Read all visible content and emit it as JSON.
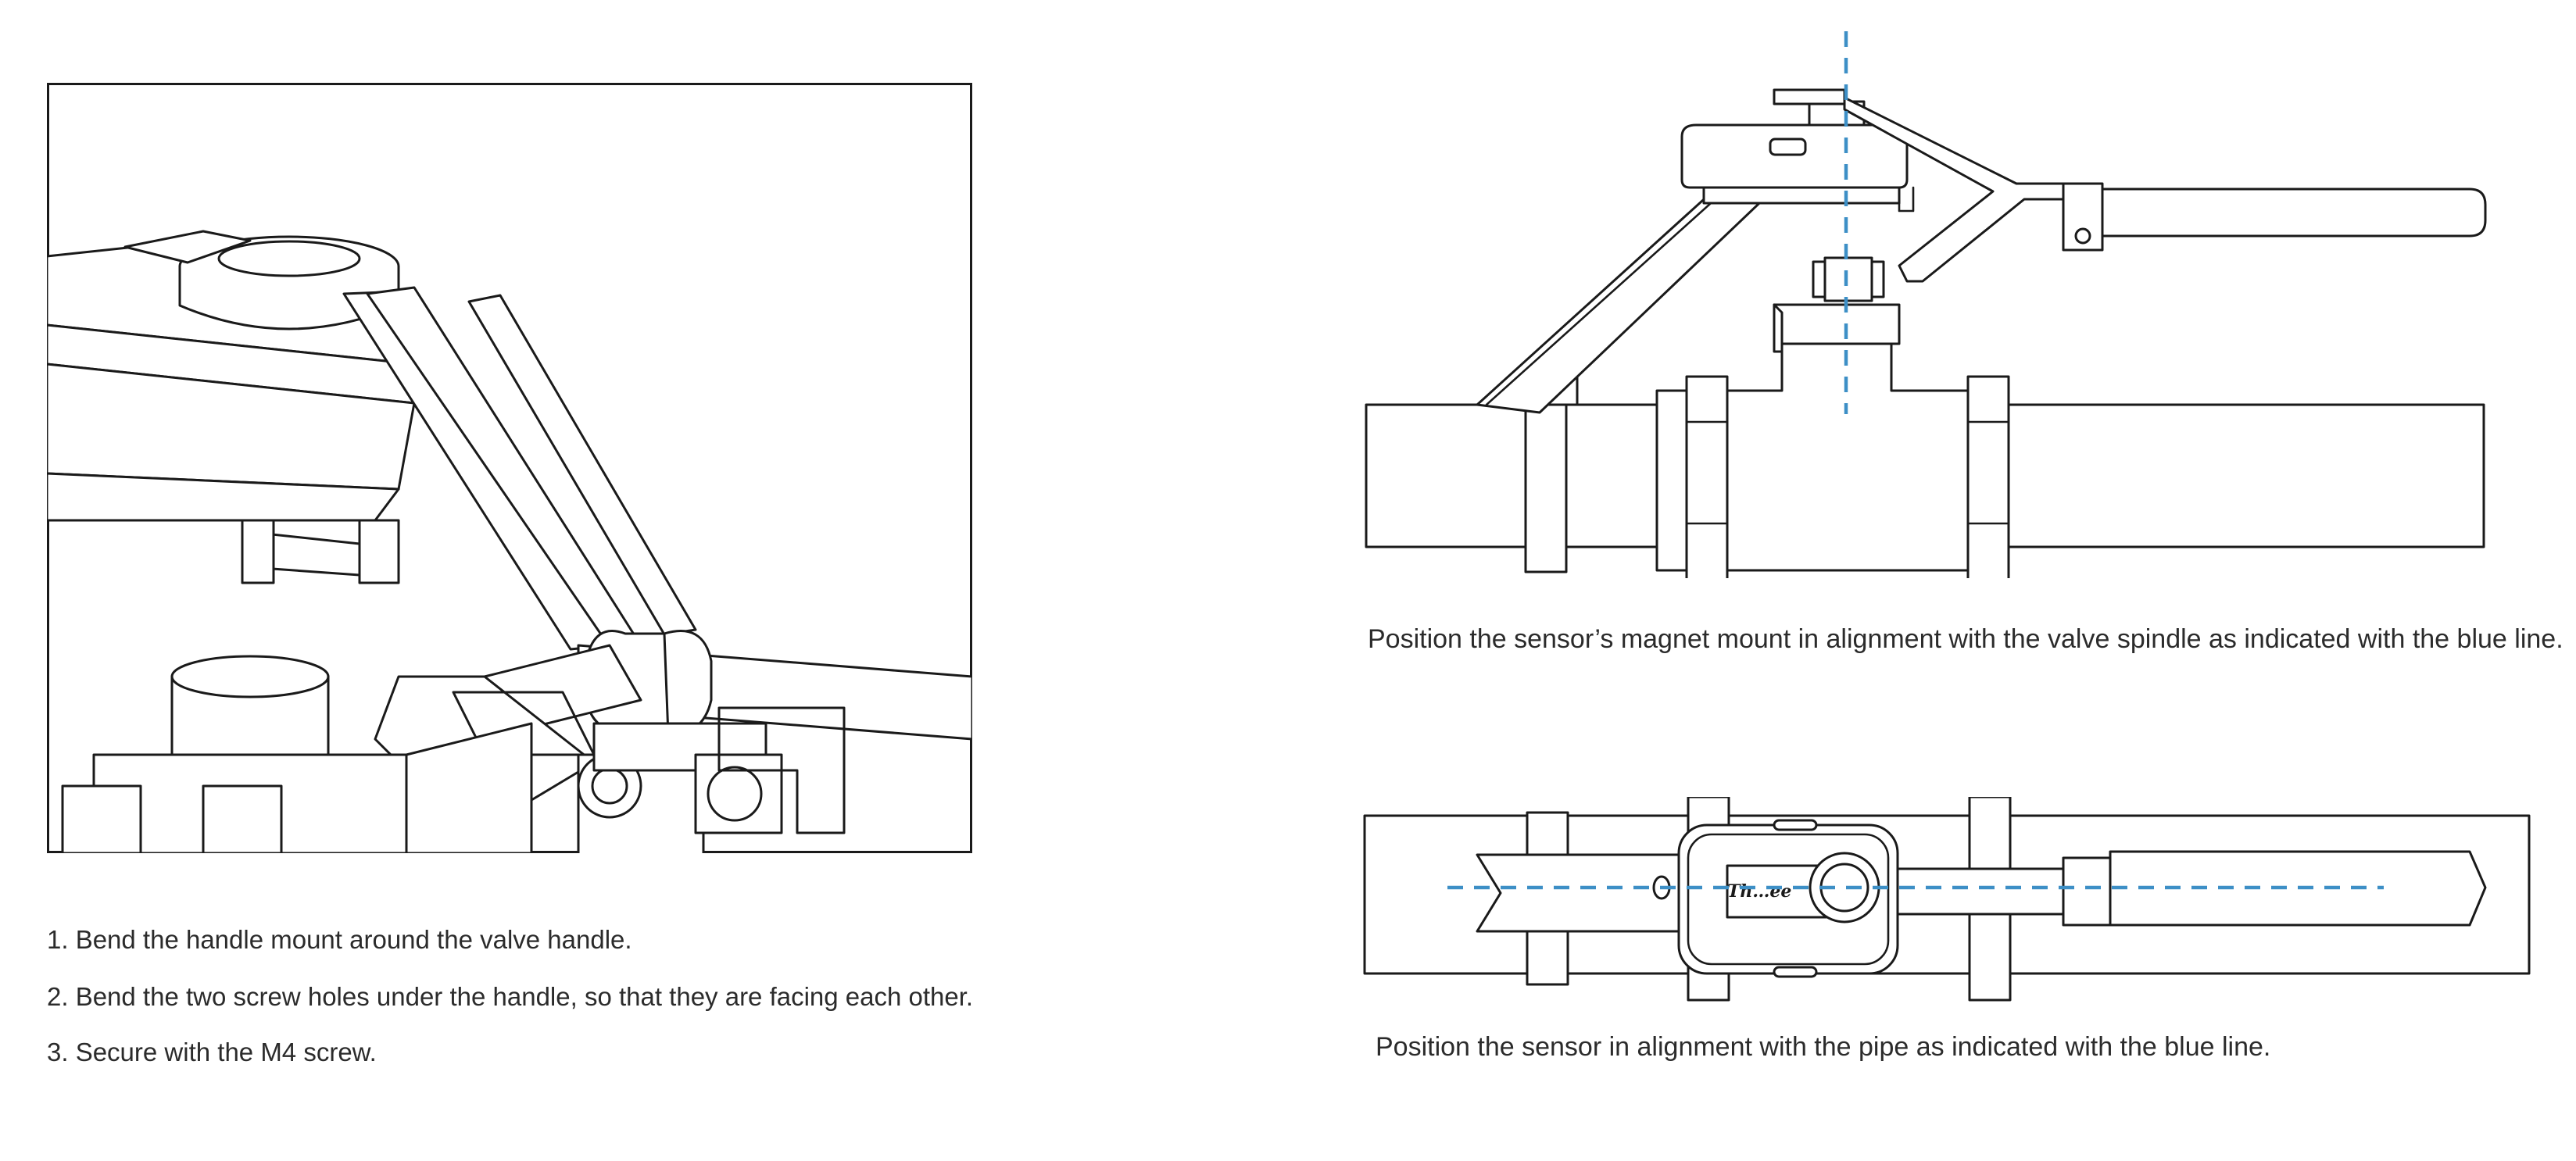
{
  "colors": {
    "alignment_line": "#3d8fc6",
    "line_art": "#1a1a1a",
    "background": "#ffffff"
  },
  "left_panel": {
    "illustration": "handle-mount-closeup",
    "steps": [
      "1. Bend the handle mount around the valve handle.",
      "2. Bend the two screw holes under the handle, so that they are facing each other.",
      "3. Secure with the M4 screw."
    ]
  },
  "side_view": {
    "illustration": "valve-side-view",
    "caption": "Position the sensor’s magnet mount in alignment with the valve spindle as indicated with the blue line."
  },
  "top_view": {
    "illustration": "valve-top-view",
    "logo_text": "Th…ee",
    "caption": "Position the sensor in alignment with the pipe as indicated with the blue line."
  }
}
